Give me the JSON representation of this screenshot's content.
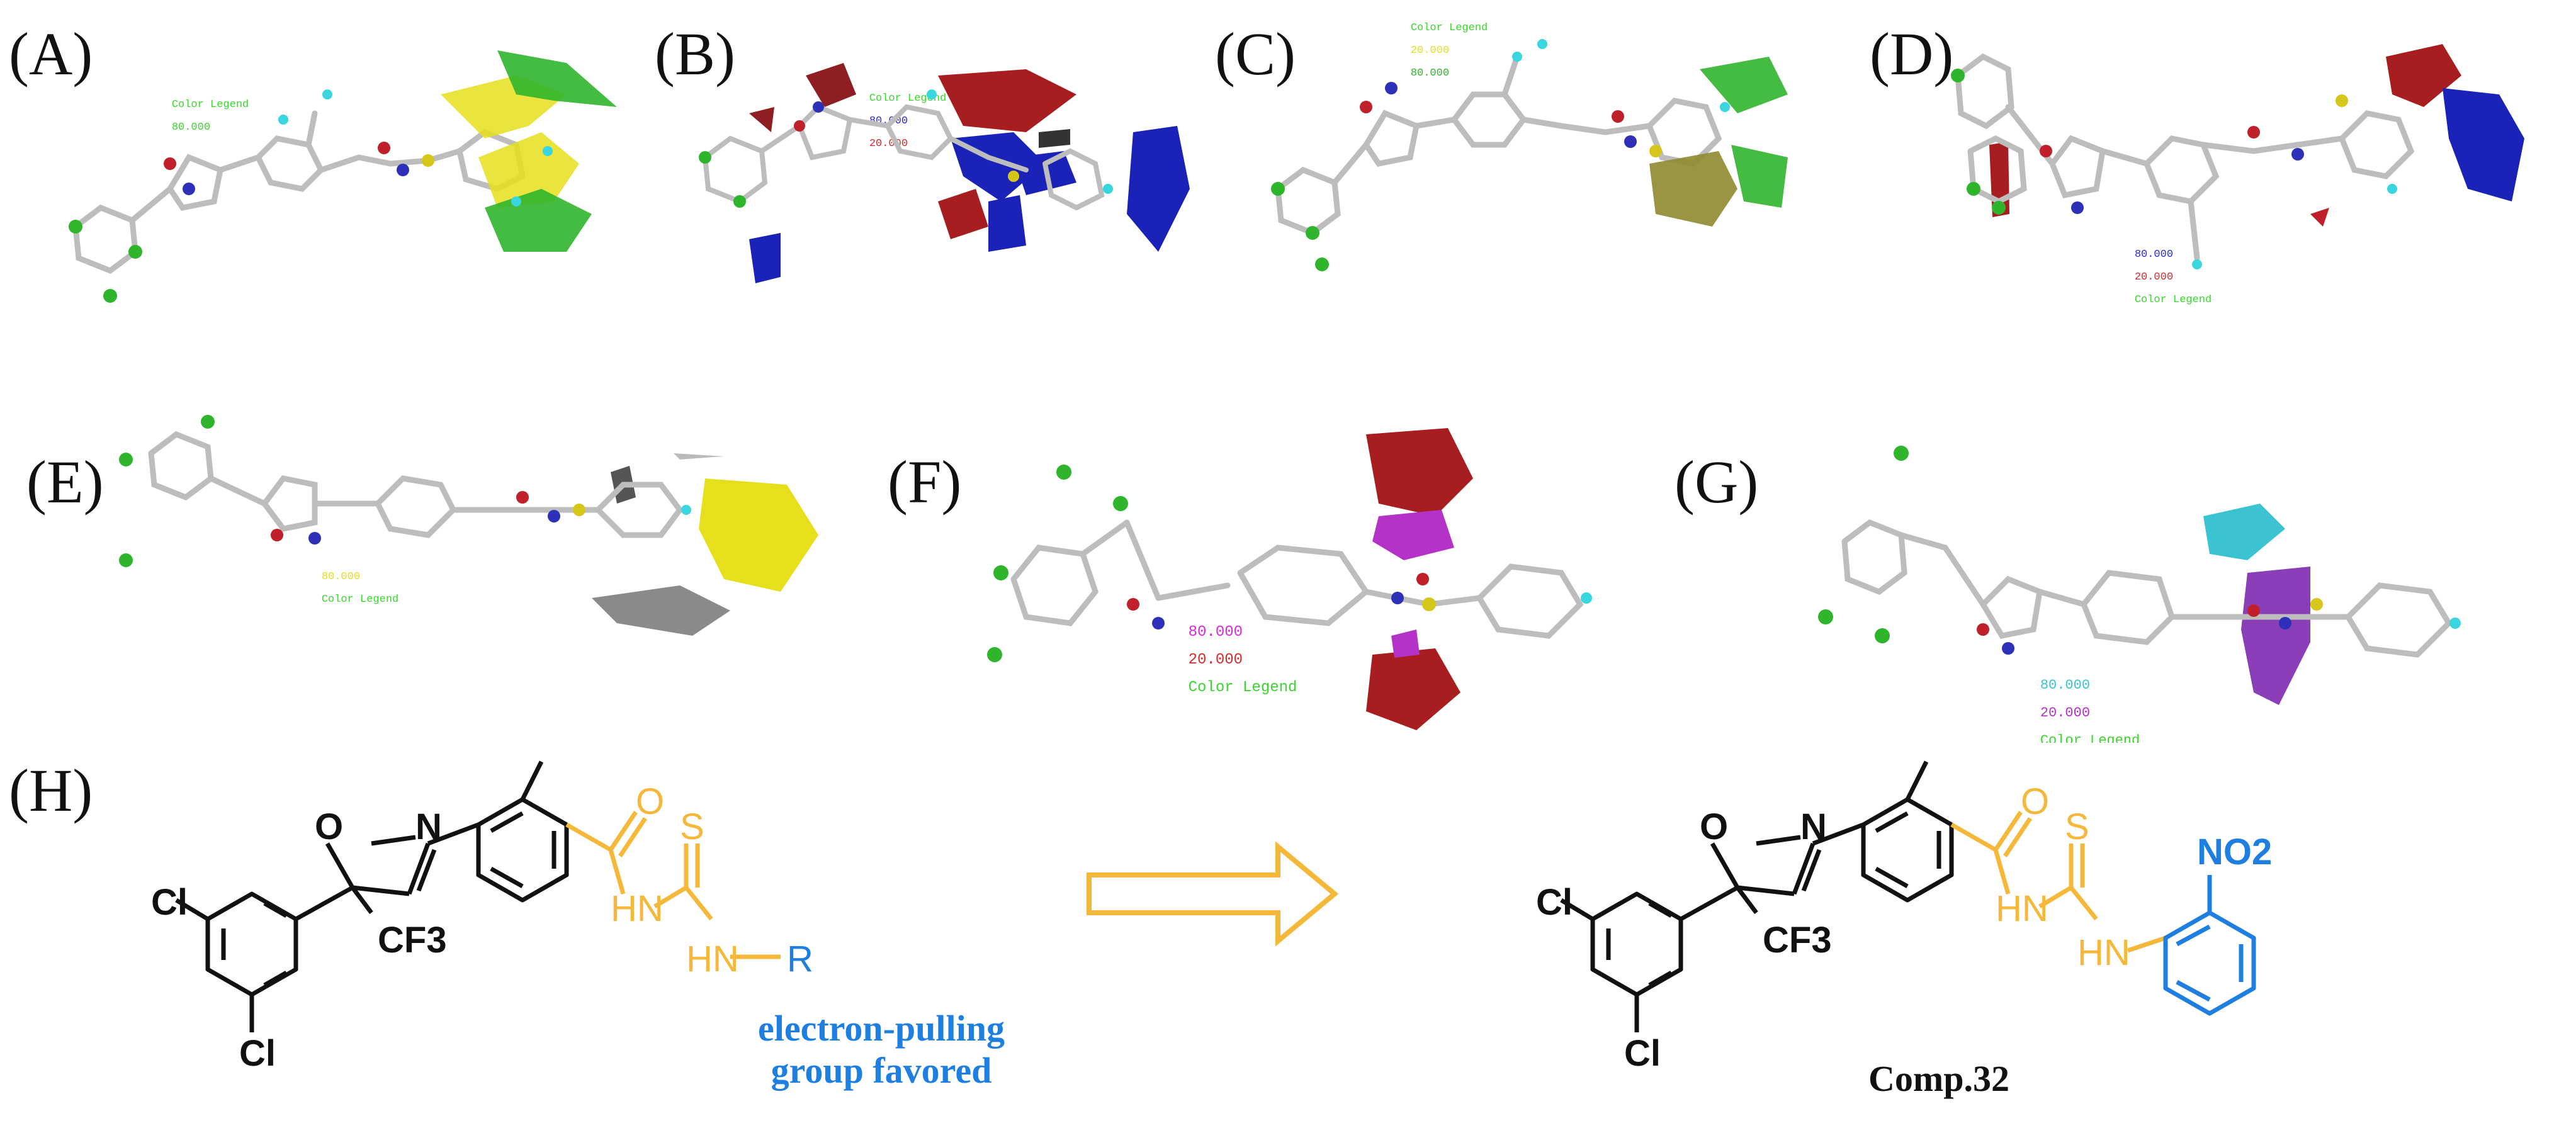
{
  "panels": [
    {
      "id": "A",
      "label": "(A)",
      "legend": [
        "Color Legend",
        "80.000"
      ]
    },
    {
      "id": "B",
      "label": "(B)",
      "legend": [
        "Color Legend",
        "80.000",
        "20.000"
      ]
    },
    {
      "id": "C",
      "label": "(C)",
      "legend": [
        "Color Legend",
        "20.000",
        "80.000"
      ]
    },
    {
      "id": "D",
      "label": "(D)",
      "legend": [
        "80.000",
        "20.000",
        "Color Legend"
      ]
    },
    {
      "id": "E",
      "label": "(E)",
      "legend": [
        "80.000",
        "Color Legend"
      ]
    },
    {
      "id": "F",
      "label": "(F)",
      "legend": [
        "80.000",
        "20.000",
        "Color Legend"
      ]
    },
    {
      "id": "G",
      "label": "(G)",
      "legend": [
        "80.000",
        "20.000",
        "Color Legend"
      ]
    }
  ],
  "scheme": {
    "label": "(H)",
    "left_structure": {
      "atoms": {
        "o": "O",
        "n": "N",
        "o_carbonyl": "O",
        "s": "S",
        "nh1": "HN",
        "nh2": "HN",
        "r": "R",
        "cl_top": "Cl",
        "cl_bottom": "Cl",
        "cf3": "CF3"
      },
      "note_line1": "electron-pulling",
      "note_line2": "group favored"
    },
    "right_structure": {
      "atoms": {
        "o": "O",
        "n": "N",
        "o_carbonyl": "O",
        "s": "S",
        "nh1": "HN",
        "nh2": "HN",
        "no2": "NO2",
        "cl_top": "Cl",
        "cl_bottom": "Cl",
        "cf3": "CF3"
      },
      "compound_label": "Comp.32"
    }
  },
  "colors": {
    "orange": "#f5b83a",
    "blue": "#1e7fe0",
    "legend_green": "#3ad62e",
    "field_red": "#a81e20",
    "field_blue": "#1a22b8",
    "field_green": "#2fb52c",
    "field_yellow": "#e6df1c",
    "field_magenta": "#b432c8",
    "field_cyan": "#3cc3d2",
    "field_grey": "#8a8a8a",
    "field_olive": "#8e8a2e"
  }
}
